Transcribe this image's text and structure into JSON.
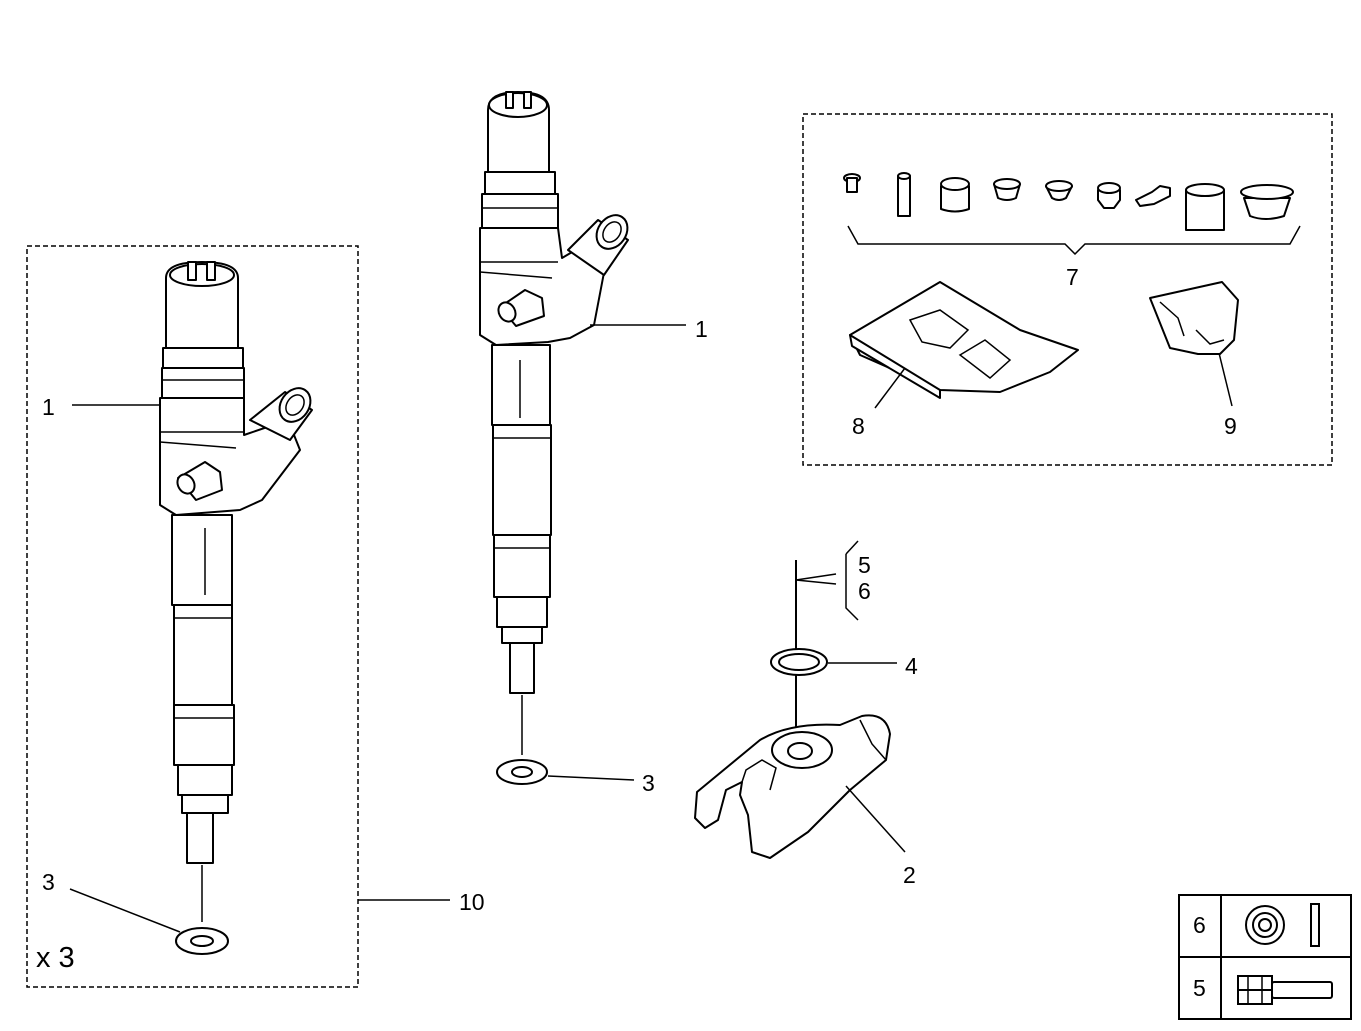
{
  "callouts": {
    "left_injector_1": "1",
    "left_washer_3": "3",
    "left_quantity": "x 3",
    "kit_10": "10",
    "center_injector_1": "1",
    "center_washer_3": "3",
    "clamp_2": "2",
    "seal_ring_4": "4",
    "bolt_5": "5",
    "washer_6": "6",
    "small_parts_kit_7": "7",
    "paste_packet_8": "8",
    "grease_sachet_9": "9"
  },
  "legend": {
    "rows": [
      {
        "number": "6",
        "icon": "washer-icon"
      },
      {
        "number": "5",
        "icon": "bolt-icon"
      }
    ]
  }
}
